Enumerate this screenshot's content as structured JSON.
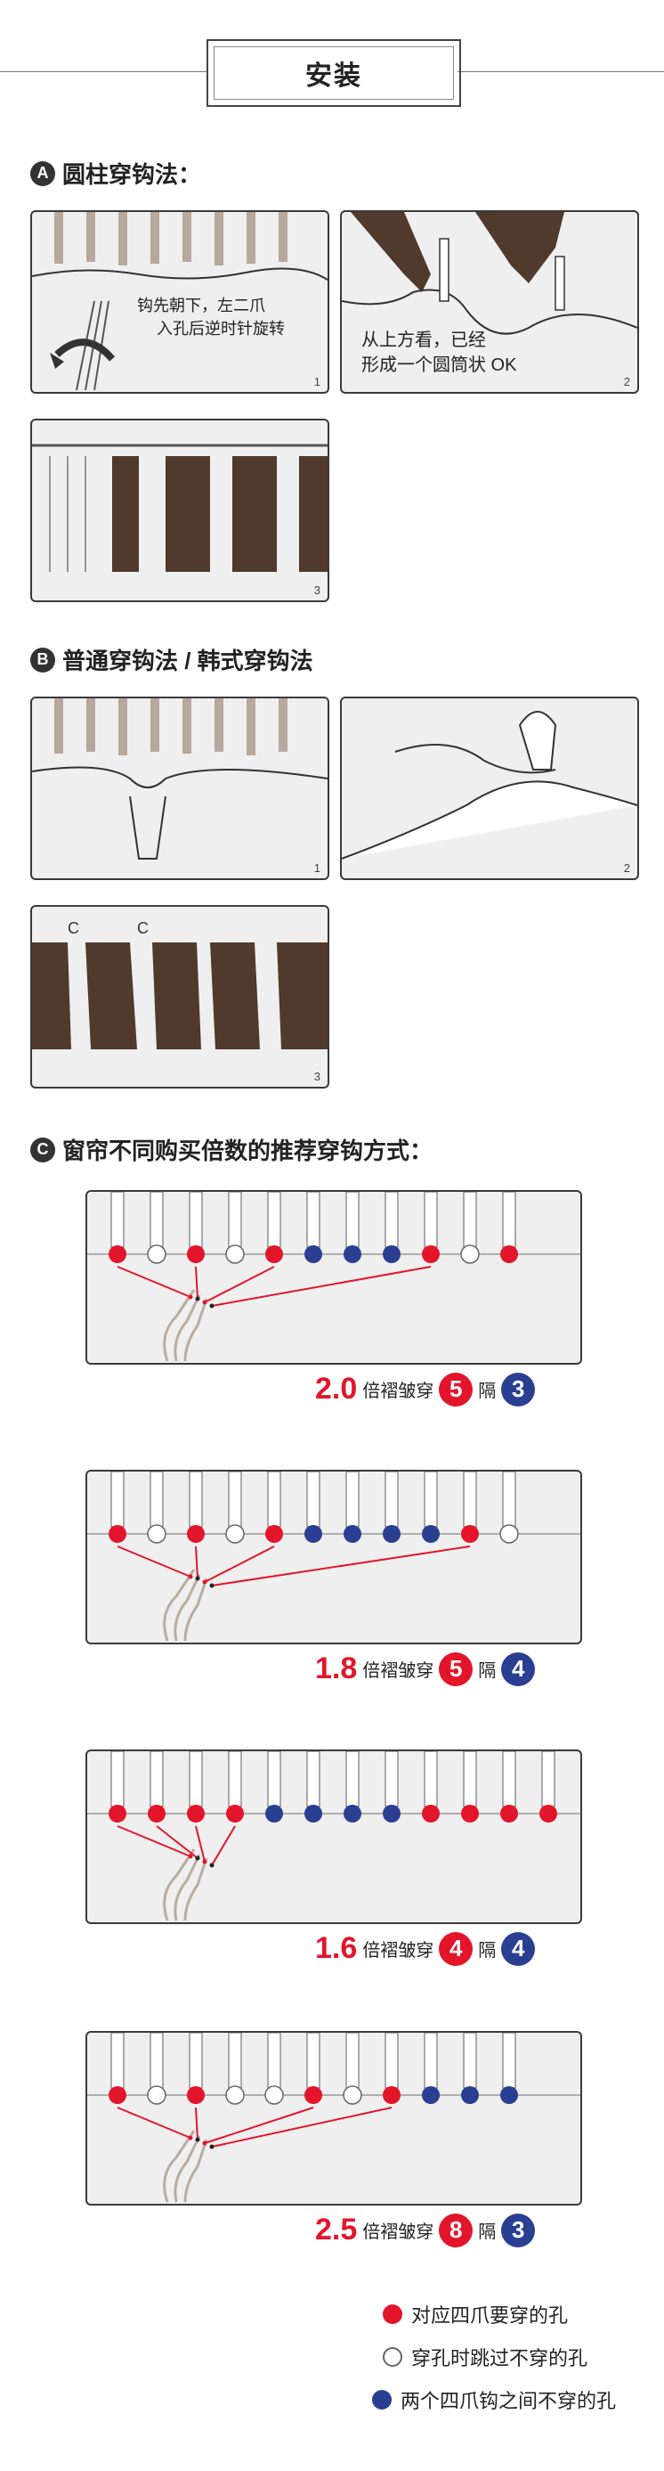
{
  "title": "安装",
  "sectionA": {
    "letter": "A",
    "heading": "圆柱穿钩法：",
    "p1": {
      "note": [
        "钩先朝下，左二爪",
        "入孔后逆时针旋转"
      ],
      "num": "1"
    },
    "p2": {
      "note": [
        "从上方看，已经",
        "形成一个圆筒状 OK"
      ],
      "num": "2"
    },
    "p3": {
      "num": "3"
    }
  },
  "sectionB": {
    "letter": "B",
    "heading": "普通穿钩法 / 韩式穿钩法",
    "p1": {
      "num": "1"
    },
    "p2": {
      "num": "2"
    },
    "p3": {
      "num": "3"
    }
  },
  "sectionC": {
    "letter": "C",
    "heading": "窗帘不同购买倍数的推荐穿钩方式：",
    "diagrams": [
      {
        "ratio": "2.0",
        "label1": "倍褶皱穿",
        "n1": "5",
        "label2": "隔",
        "n2": "3",
        "holes": [
          "r",
          "w",
          "r",
          "w",
          "r",
          "b",
          "b",
          "b",
          "r",
          "w",
          "r"
        ]
      },
      {
        "ratio": "1.8",
        "label1": "倍褶皱穿",
        "n1": "5",
        "label2": "隔",
        "n2": "4",
        "holes": [
          "r",
          "w",
          "r",
          "w",
          "r",
          "b",
          "b",
          "b",
          "b",
          "r",
          "w"
        ]
      },
      {
        "ratio": "1.6",
        "label1": "倍褶皱穿",
        "n1": "4",
        "label2": "隔",
        "n2": "4",
        "holes": [
          "r",
          "r",
          "r",
          "r",
          "b",
          "b",
          "b",
          "b",
          "r",
          "r",
          "r",
          "r"
        ]
      },
      {
        "ratio": "2.5",
        "label1": "倍褶皱穿",
        "n1": "8",
        "label2": "隔",
        "n2": "3",
        "holes": [
          "r",
          "w",
          "r",
          "w",
          "w",
          "r",
          "w",
          "r",
          "b",
          "b",
          "b"
        ]
      }
    ]
  },
  "legend": [
    {
      "type": "r",
      "text": "对应四爪要穿的孔"
    },
    {
      "type": "w",
      "text": "穿孔时跳过不穿的孔"
    },
    {
      "type": "b",
      "text": "两个四爪钩之间不穿的孔"
    }
  ],
  "colors": {
    "red": "#e3152a",
    "blue": "#2a3e92",
    "brown": "#4f3a2c",
    "panel": "#efefef"
  }
}
